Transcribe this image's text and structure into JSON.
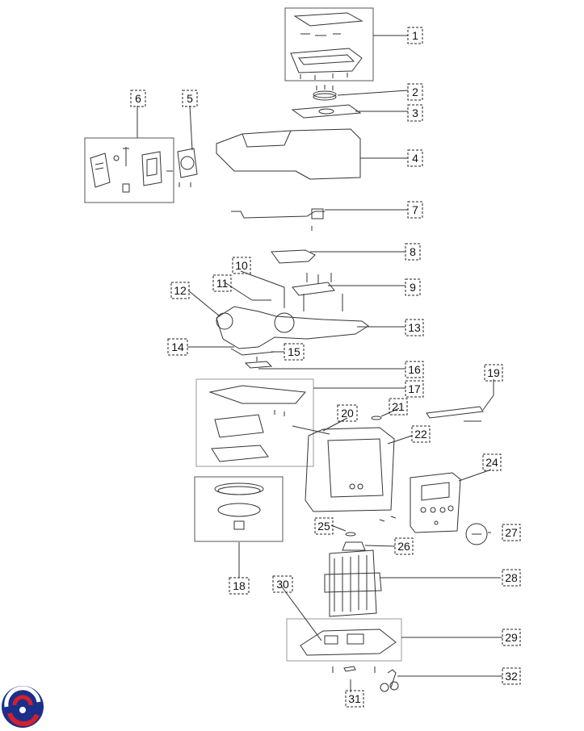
{
  "diagram": {
    "type": "exploded-parts-diagram",
    "callouts": [
      "1",
      "2",
      "3",
      "4",
      "5",
      "6",
      "7",
      "8",
      "9",
      "10",
      "11",
      "12",
      "13",
      "14",
      "15",
      "16",
      "17",
      "18",
      "19",
      "20",
      "21",
      "22",
      "24",
      "25",
      "26",
      "27",
      "28",
      "29",
      "30",
      "31",
      "32"
    ]
  },
  "logo": {
    "name": "brand-logo",
    "colors": [
      "#1b2f8a",
      "#d3202c"
    ]
  },
  "colors": {
    "line": "#333333",
    "box": "#555555",
    "label": "#111111"
  }
}
